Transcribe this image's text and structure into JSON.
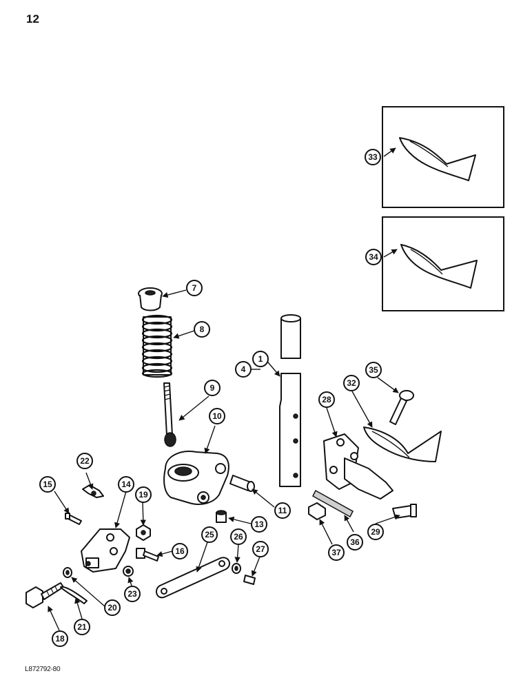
{
  "page_number": "12",
  "figure_code": "L872792-80",
  "callouts": [
    "1",
    "4",
    "7",
    "8",
    "9",
    "10",
    "11",
    "13",
    "14",
    "15",
    "16",
    "18",
    "19",
    "20",
    "21",
    "22",
    "23",
    "25",
    "26",
    "27",
    "28",
    "29",
    "32",
    "33",
    "34",
    "35",
    "36",
    "37"
  ]
}
